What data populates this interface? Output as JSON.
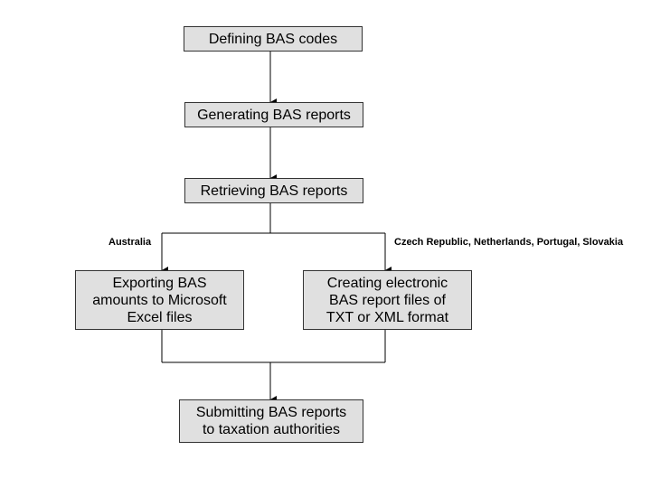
{
  "colors": {
    "box_fill": "#e0e0e0",
    "box_border": "#333333",
    "line": "#000000",
    "text": "#000000"
  },
  "steps": {
    "define_codes": "Defining BAS codes",
    "generate_reports": "Generating BAS reports",
    "retrieve_reports": "Retrieving BAS reports",
    "export_excel": "Exporting BAS\namounts to Microsoft\nExcel files",
    "create_files": "Creating electronic\nBAS report files of\nTXT or XML format",
    "submit_reports": "Submitting BAS reports\nto taxation authorities"
  },
  "branches": {
    "left": "Australia",
    "right": "Czech Republic, Netherlands, Portugal, Slovakia"
  }
}
